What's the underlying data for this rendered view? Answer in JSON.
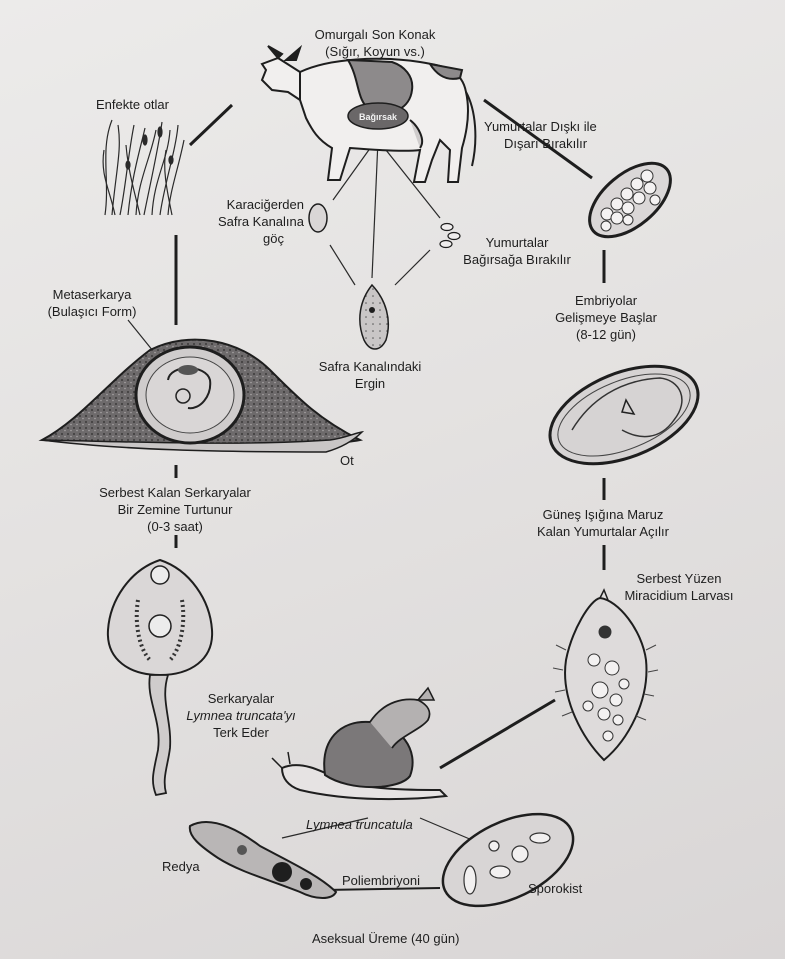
{
  "labels": {
    "host_title": "Omurgalı Son Konak",
    "host_sub": "(Sığır, Koyun vs.)",
    "intestine": "Bağırsak",
    "infected_grass": "Enfekte otlar",
    "eggs_feces_1": "Yumurtalar Dışkı ile",
    "eggs_feces_2": "Dışarı Bırakılır",
    "liver_1": "Karaciğerden",
    "liver_2": "Safra Kanalına",
    "liver_3": "göç",
    "eggs_intestine_1": "Yumurtalar",
    "eggs_intestine_2": "Bağırsağa Bırakılır",
    "adult_1": "Safra Kanalındaki",
    "adult_2": "Ergin",
    "metacercaria_1": "Metaserkarya",
    "metacercaria_2": "(Bulaşıcı Form)",
    "embryo_1": "Embriyolar",
    "embryo_2": "Gelişmeye Başlar",
    "embryo_3": "(8-12 gün)",
    "grass": "Ot",
    "cercaria_free_1": "Serbest Kalan Serkaryalar",
    "cercaria_free_2": "Bir Zemine Turtunur",
    "cercaria_free_3": "(0-3 saat)",
    "sunlight_1": "Güneş Işığına Maruz",
    "sunlight_2": "Kalan Yumurtalar Açılır",
    "miracidium_1": "Serbest Yüzen",
    "miracidium_2": "Miracidium Larvası",
    "cercaria_leave_1": "Serkaryalar",
    "cercaria_leave_2": "Lymnea truncata'yı",
    "cercaria_leave_3": "Terk Eder",
    "snail": "Lymnea truncatula",
    "redia": "Redya",
    "polyembryony": "Poliembriyoni",
    "sporocyst": "Sporokist",
    "asexual": "Aseksual Üreme (40 gün)"
  },
  "colors": {
    "ink": "#1e1e1e",
    "shade": "#8a8788",
    "dark_shade": "#5e5b5c"
  }
}
